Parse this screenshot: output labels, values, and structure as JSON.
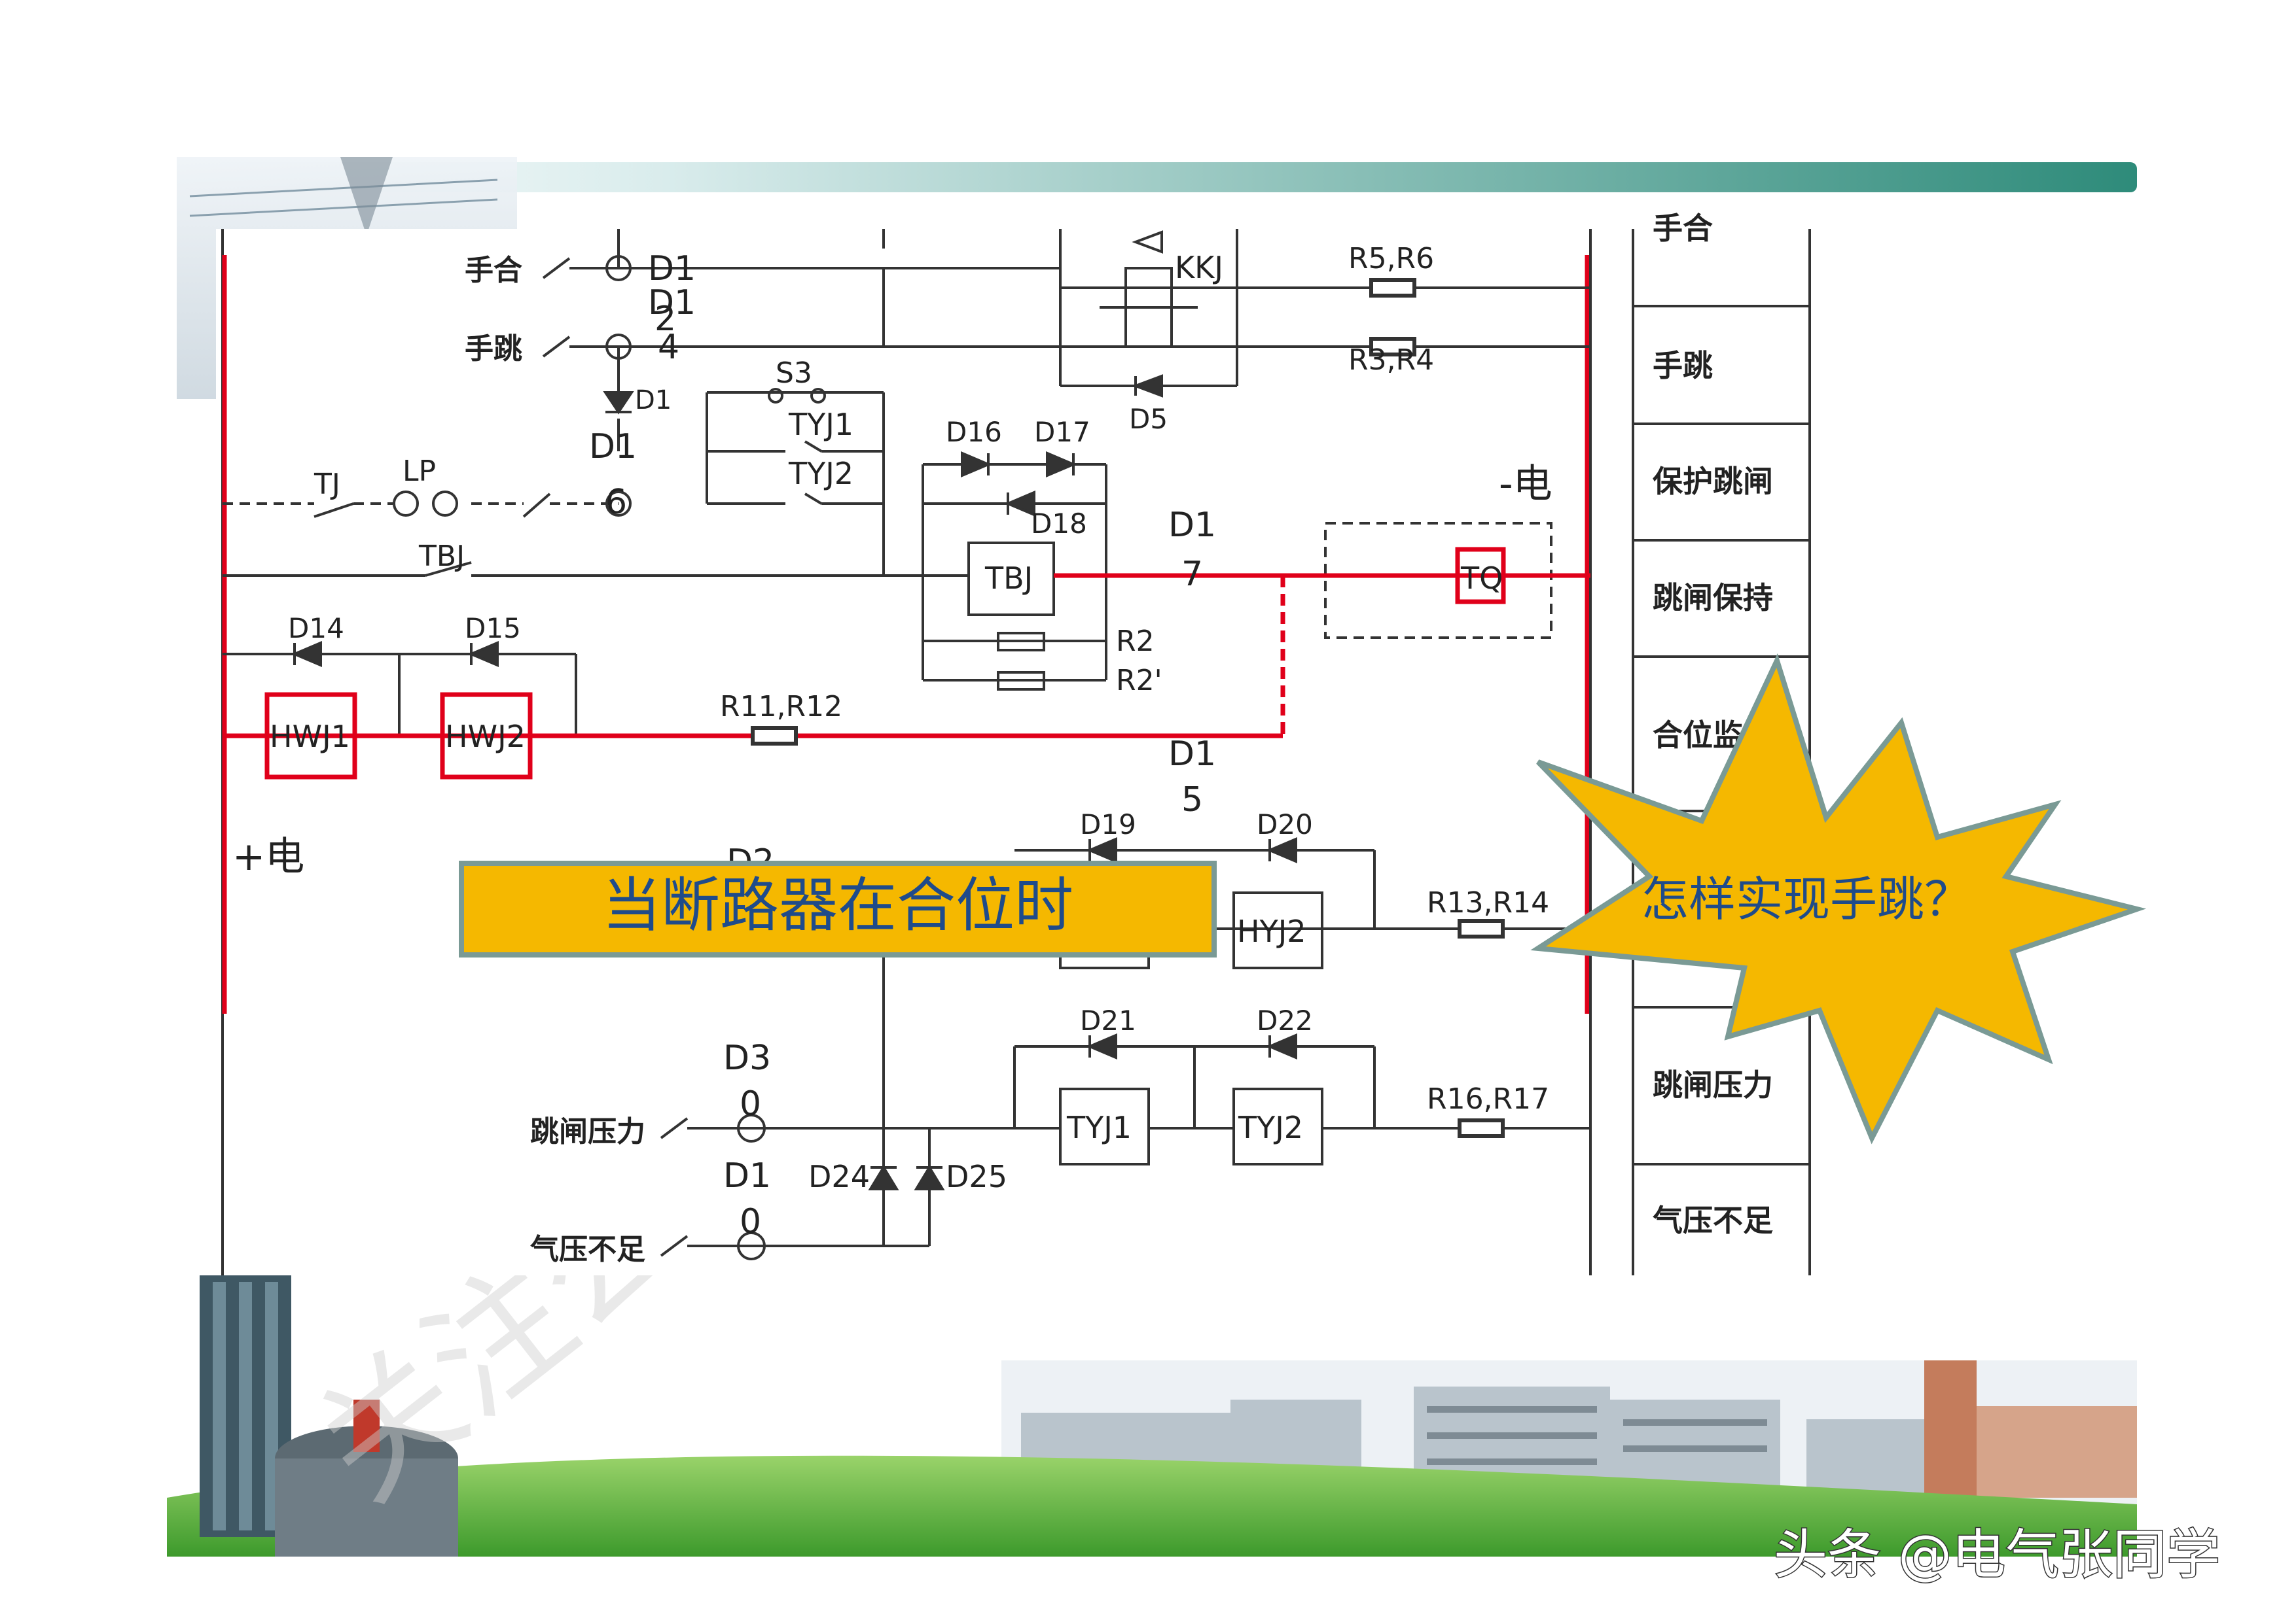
{
  "colors": {
    "wire": "#333333",
    "trip_path": "#e0001a",
    "callout_fill": "#f5b800",
    "callout_border": "#6b8e8a",
    "banner_fill": "#f5b800",
    "header_band": "#2e8b7a",
    "grass": "#4caf3a",
    "watermark": "#c8c8c8"
  },
  "banner": {
    "text": "当断路器在合位时"
  },
  "callout": {
    "text": "怎样实现手跳？"
  },
  "watermark": {
    "text": "头条 @电气张同学",
    "diagonal": "关注公众号“电气张同学”"
  },
  "supply": {
    "plus": "+电",
    "minus": "-电"
  },
  "rows": {
    "hand_close": "手合",
    "hand_trip": "手跳",
    "trip_pressure": "跳闸压力",
    "low_pressure": "气压不足"
  },
  "labels": {
    "D1": "D1",
    "D1_2": "2",
    "D1_4": "4",
    "D1_6": "6",
    "D1_7": "7",
    "D1_5": "5",
    "D1_row": "D1",
    "D1b": "D1",
    "D1c": "D1",
    "D1d": "D1",
    "D1e": "D1",
    "D3": "D3",
    "D2": "D2",
    "D3_0": "0",
    "D1_0": "0",
    "S3": "S3",
    "TYJ1": "TYJ1",
    "TYJ2": "TYJ2",
    "TJ": "TJ",
    "LP": "LP",
    "TBJ_contact": "TBJ",
    "KKJ": "KKJ",
    "R5R6": "R5,R6",
    "R3R4": "R3,R4",
    "D5": "D5",
    "D16": "D16",
    "D17": "D17",
    "D18": "D18",
    "TBJ": "TBJ",
    "R2": "R2",
    "R2p": "R2'",
    "TQ": "TQ",
    "D14": "D14",
    "D15": "D15",
    "HWJ1": "HWJ1",
    "HWJ2": "HWJ2",
    "R11R12": "R11,R12",
    "D19": "D19",
    "D20": "D20",
    "HYJ2": "HYJ2",
    "R13R14": "R13,R14",
    "D21": "D21",
    "D22": "D22",
    "TYJ1b": "TYJ1",
    "TYJ2b": "TYJ2",
    "R16R17": "R16,R17",
    "D24": "D24",
    "D25": "D25",
    "D1_sym": "D1"
  },
  "side_panel": {
    "items": [
      "手合",
      "手跳",
      "保护跳闸",
      "跳闸保持",
      "合位监视",
      "跳闸压力",
      "气压不足"
    ]
  }
}
